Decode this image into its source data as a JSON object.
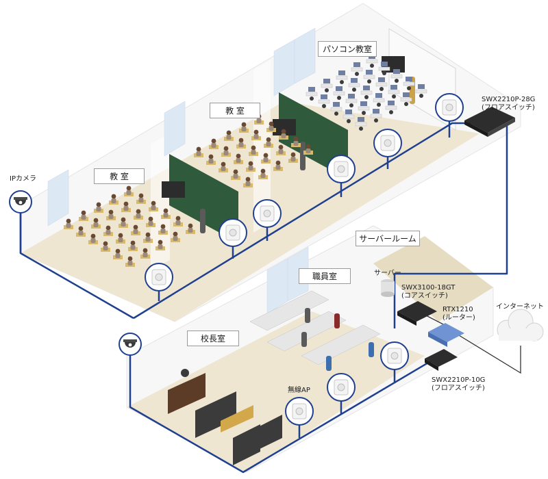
{
  "rooms": {
    "classroom_left": "教 室",
    "classroom_center": "教 室",
    "pc_room": "パソコン教室",
    "server_room": "サーバールーム",
    "staff_room": "職員室",
    "principal_room": "校長室"
  },
  "devices": {
    "ip_camera": "IPカメラ",
    "swx2210p_28g": {
      "model": "SWX2210P-28G",
      "role": "(フロアスイッチ)"
    },
    "server": "サーバー",
    "swx3100_18gt": {
      "model": "SWX3100-18GT",
      "role": "(コアスイッチ)"
    },
    "rtx1210": {
      "model": "RTX1210",
      "role": "(ルーター)"
    },
    "internet": "インターネット",
    "swx2210p_10g": {
      "model": "SWX2210P-10G",
      "role": "(フロアスイッチ)"
    },
    "wireless_ap": "無線AP"
  },
  "colors": {
    "network_line": "#1f3f8f",
    "floor": "#efe6d2",
    "blackboard": "#2f5a3c",
    "desk": "#d9b96a",
    "student": "#9b8a7c",
    "switch": "#2d2d2d",
    "router": "#5a7fc2"
  },
  "icons": {
    "ip_camera": "camera-icon",
    "wireless_ap": "access-point-icon",
    "server": "server-icon",
    "internet": "cloud-icon"
  }
}
